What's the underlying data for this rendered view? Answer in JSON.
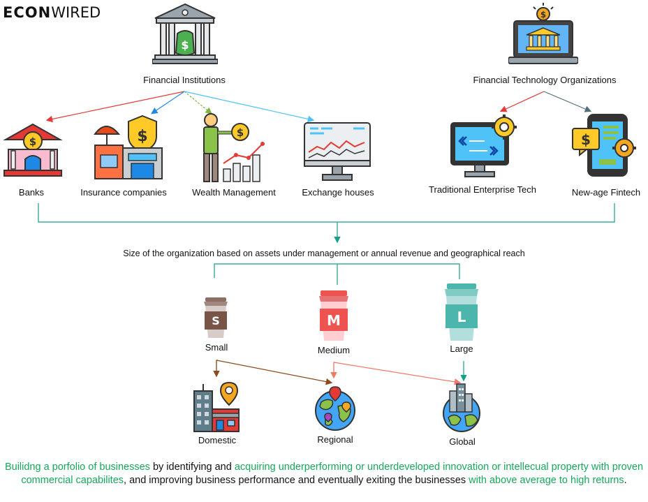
{
  "logo": {
    "part1": "ECON",
    "part2": "WIRED"
  },
  "top": {
    "financial_institutions": "Financial Institutions",
    "fintech_orgs": "Financial Technology Organizations"
  },
  "institutions": [
    {
      "label": "Banks"
    },
    {
      "label": "Insurance companies"
    },
    {
      "label": "Wealth Management"
    },
    {
      "label": "Exchange houses"
    }
  ],
  "fintech": [
    {
      "label": "Traditional Enterprise Tech"
    },
    {
      "label": "New-age Fintech"
    }
  ],
  "size_caption": "Size of the organization based on assets under management or annual revenue and geographical reach",
  "sizes": [
    {
      "letter": "S",
      "label": "Small"
    },
    {
      "letter": "M",
      "label": "Medium"
    },
    {
      "letter": "L",
      "label": "Large"
    }
  ],
  "reach": [
    {
      "label": "Domestic"
    },
    {
      "label": "Regional"
    },
    {
      "label": "Global"
    }
  ],
  "summary": {
    "p1": "Builidng a porfolio of businesses",
    "p2": " by identifying and ",
    "p3": "acquiring underperforming or underdeveloped innovation or intellecual property with proven commercial capabilites",
    "p4": ", and improving business performance and eventually exiting the businesses ",
    "p5": "with above average to high returns",
    "p6": "."
  },
  "colors": {
    "red": "#e53935",
    "blue": "#1e88e5",
    "green": "#7cb342",
    "cyan": "#4fc3f7",
    "gray": "#546e7a",
    "teal": "#16a085",
    "brown": "#8d4a1b",
    "salmon": "#f07a6a"
  }
}
